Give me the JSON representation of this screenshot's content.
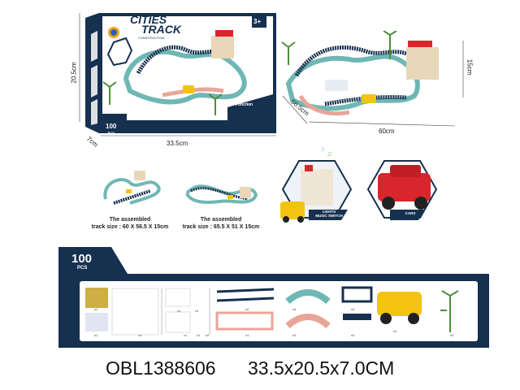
{
  "box": {
    "brand_line1": "CITIES",
    "brand_line2": "TRACK",
    "subtitle": "CONSTRUCTION",
    "age_badge": "3+",
    "function_label": "Function",
    "pcs_number": "100",
    "pcs_label": "PCS"
  },
  "dimensions": {
    "box_height": "20.5cm",
    "box_depth": "7cm",
    "box_width": "33.5cm",
    "track_height": "15cm",
    "track_depth": "56.5cm",
    "track_width": "60cm"
  },
  "assembled": [
    {
      "line1": "The assembled",
      "line2": "track size : 60 X 56.5 X 15cm"
    },
    {
      "line1": "The assembled",
      "line2": "track size : 65.5 X 51 X 15cm"
    }
  ],
  "features": [
    {
      "label_line1": "LIGHTS",
      "label_line2": "MUSIC SWITCH"
    },
    {
      "label_line1": "CARS",
      "label_line2": ""
    }
  ],
  "contents": {
    "pcs_number": "100",
    "pcs_label": "PCS",
    "items": [
      {
        "name": "sticker-sheet-building",
        "qty": "x1"
      },
      {
        "name": "sticker-sheet-signs",
        "qty": "x1"
      },
      {
        "name": "sign-sprue",
        "qty": "x1"
      },
      {
        "name": "station-sprue",
        "qty": "x1"
      },
      {
        "name": "station-part",
        "qty": "x1"
      },
      {
        "name": "small-part-a",
        "qty": "x1"
      },
      {
        "name": "small-part-b",
        "qty": "x1"
      },
      {
        "name": "small-part-c",
        "qty": "x2"
      },
      {
        "name": "navy-straight-track-long",
        "qty": "x2"
      },
      {
        "name": "pink-straight-track-long",
        "qty": "x1"
      },
      {
        "name": "teal-curve-track",
        "qty": "x4"
      },
      {
        "name": "pink-curve-track",
        "qty": "x2"
      },
      {
        "name": "navy-short-track",
        "qty": "x4"
      },
      {
        "name": "navy-connector-track",
        "qty": "x2"
      },
      {
        "name": "yellow-car",
        "qty": "x1"
      },
      {
        "name": "palm-tree",
        "qty": "x2"
      }
    ]
  },
  "footer": {
    "sku": "OBL1388606",
    "size": "33.5x20.5x7.0CM"
  },
  "colors": {
    "navy": "#16304f",
    "teal": "#6fb7b4",
    "pink": "#e8a597",
    "yellow": "#f2c40f",
    "red": "#d8262c"
  }
}
